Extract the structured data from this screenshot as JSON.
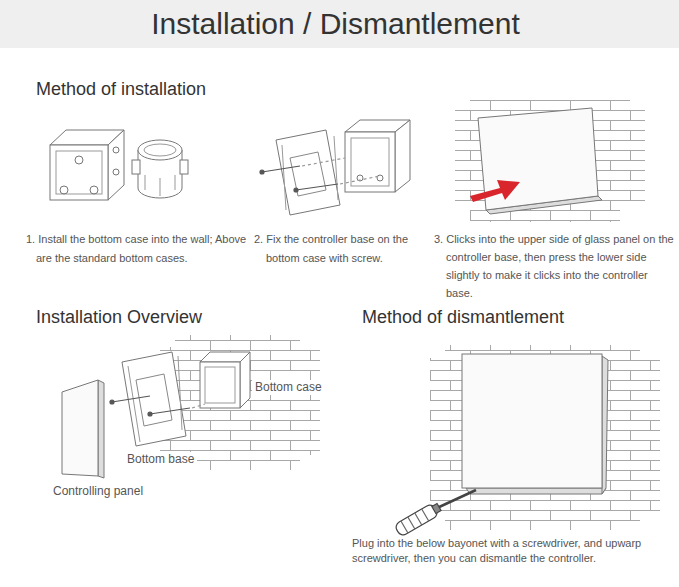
{
  "diagram": {
    "title": "Installation / Dismantlement",
    "labels": [
      "Method of installation",
      "1. Install the bottom case into the wall; Above are the standard bottom cases.",
      "2. Fix the controller base on the bottom case with screw.",
      "3. Clicks into the upper side of glass panel on the controller base, then press the lower side slightly to make it clicks into the controller base.",
      "Installation Overview",
      "Method of dismantlement",
      "Bottom case",
      "Bottom base",
      "Controlling panel",
      "Plug into the below bayonet with a screwdriver, and upwarp screwdriver, then you can dismantle the controller."
    ]
  }
}
